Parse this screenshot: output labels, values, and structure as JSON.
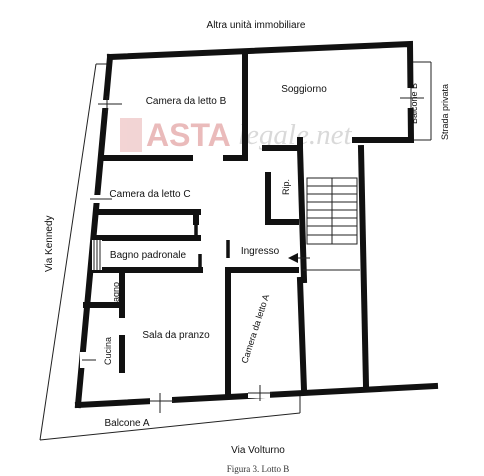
{
  "labels": {
    "top_neighbor": "Altra unità immobiliare",
    "private_road": "Strada privata",
    "street_left": "Via Kennedy",
    "street_bottom": "Via Volturno",
    "caption": "Figura 3. Lotto B"
  },
  "rooms": {
    "camera_b": "Camera da letto B",
    "soggiorno": "Soggiorno",
    "balcone_b": "Balcone B",
    "camera_c": "Camera da letto C",
    "ripostiglio": "Rip.",
    "bagno_padronale": "Bagno padronale",
    "ingresso": "Ingresso",
    "bagno": "Bagno",
    "cucina": "Cucina",
    "sala_pranzo": "Sala da pranzo",
    "camera_a": "Camera da letto A",
    "balcone_a": "Balcone A"
  },
  "watermark": {
    "prefix": "ASTA",
    "suffix": "legale.net"
  },
  "colors": {
    "wall": "#111111",
    "watermark_red": "#e9b8b8",
    "watermark_gray": "#d8d8d8"
  }
}
